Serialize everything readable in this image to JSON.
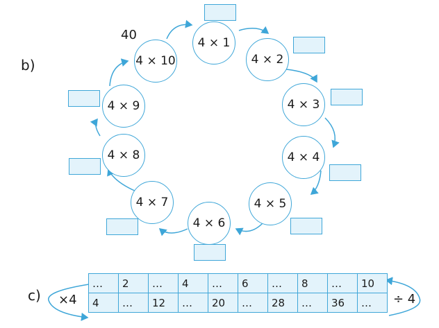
{
  "part_b": {
    "label": "b)",
    "given_answer": "40",
    "circles": [
      "4 × 1",
      "4 × 2",
      "4 × 3",
      "4 × 4",
      "4 × 5",
      "4 × 6",
      "4 × 7",
      "4 × 8",
      "4 × 9",
      "4 × 10"
    ]
  },
  "part_c": {
    "label": "c)",
    "left_op": "×4",
    "right_op": "÷ 4",
    "row_top": [
      "…",
      "2",
      "…",
      "4",
      "…",
      "6",
      "…",
      "8",
      "…",
      "10"
    ],
    "row_bottom": [
      "4",
      "…",
      "12",
      "…",
      "20",
      "…",
      "28",
      "…",
      "36",
      "…"
    ]
  },
  "colors": {
    "accent": "#3ea6d8",
    "box_fill": "#e3f3fb"
  }
}
